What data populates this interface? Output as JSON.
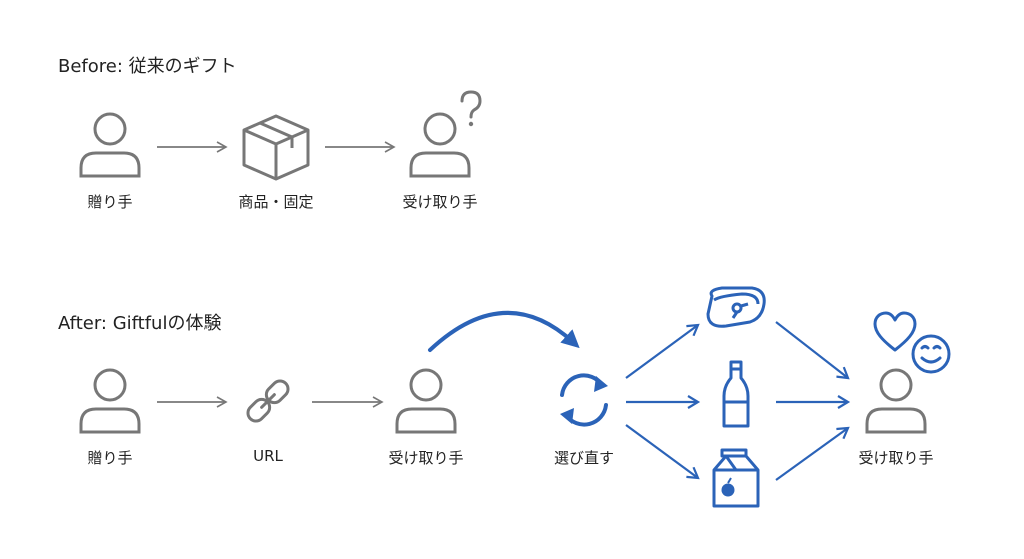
{
  "colors": {
    "gray_stroke": "#777777",
    "blue_stroke": "#2b63b8",
    "text": "#222222"
  },
  "before": {
    "title": "Before: 従来のギフト",
    "nodes": [
      {
        "label": "贈り手",
        "icon": "person-icon"
      },
      {
        "label": "商品・固定",
        "icon": "box-icon"
      },
      {
        "label": "受け取り手",
        "icon": "person-question-icon"
      }
    ]
  },
  "after": {
    "title": "After: Giftfulの体験",
    "nodes": [
      {
        "label": "贈り手",
        "icon": "person-icon"
      },
      {
        "label": "URL",
        "icon": "link-icon"
      },
      {
        "label": "受け取り手",
        "icon": "person-icon"
      },
      {
        "label": "選び直す",
        "icon": "refresh-icon"
      },
      {
        "label": "受け取り手",
        "icon": "person-happy-icon"
      }
    ],
    "options": [
      {
        "icon": "meat-icon"
      },
      {
        "icon": "bottle-icon"
      },
      {
        "icon": "juice-carton-icon"
      }
    ]
  }
}
